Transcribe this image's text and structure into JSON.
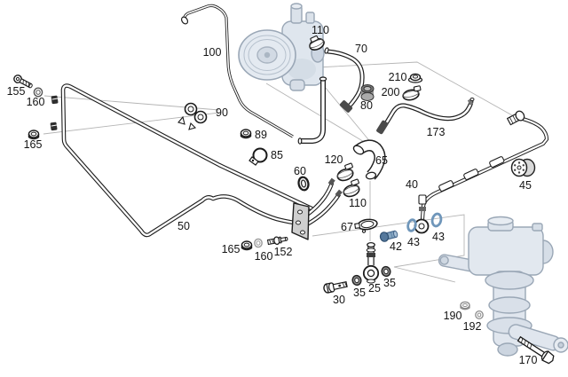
{
  "diagram": {
    "kind": "exploded-parts-diagram",
    "subject": "power-steering pump, oil pipes, hoses and steering gear",
    "background_color": "#ffffff",
    "line_color": "#1a1a1a",
    "leader_line_color": "#b5b5b5",
    "shaded_part_fill": "#e3e9f0",
    "shaded_part_stroke": "#9aa7b6",
    "highlight_blue": "#6a8fb2"
  },
  "callouts": [
    {
      "label": "155",
      "part": "self-tapping-screw"
    },
    {
      "label": "160",
      "part": "washer"
    },
    {
      "label": "165",
      "part": "nut"
    },
    {
      "label": "100",
      "part": "oil-pipe"
    },
    {
      "label": "110",
      "part": "hose-clamp"
    },
    {
      "label": "70",
      "part": "hose"
    },
    {
      "label": "90",
      "part": "spring-clip"
    },
    {
      "label": "89",
      "part": "nut"
    },
    {
      "label": "85",
      "part": "cushion-clamp"
    },
    {
      "label": "80",
      "part": "connector-bush"
    },
    {
      "label": "210",
      "part": "flange-nut"
    },
    {
      "label": "200",
      "part": "clamp"
    },
    {
      "label": "173",
      "part": "hose"
    },
    {
      "label": "45",
      "part": "rubber-damper"
    },
    {
      "label": "40",
      "part": "high-pressure-pipe"
    },
    {
      "label": "120",
      "part": "hose-clamp"
    },
    {
      "label": "65",
      "part": "elbow-hose"
    },
    {
      "label": "60",
      "part": "grommet"
    },
    {
      "label": "110",
      "part": "hose-clamp"
    },
    {
      "label": "67",
      "part": "pipe-clamp"
    },
    {
      "label": "50",
      "part": "cooling-loop-pipe"
    },
    {
      "label": "165",
      "part": "nut"
    },
    {
      "label": "160",
      "part": "washer"
    },
    {
      "label": "152",
      "part": "screw-fitting"
    },
    {
      "label": "42",
      "part": "plug"
    },
    {
      "label": "43",
      "part": "o-ring"
    },
    {
      "label": "43",
      "part": "o-ring"
    },
    {
      "label": "30",
      "part": "banjo-bolt"
    },
    {
      "label": "35",
      "part": "seal-ring"
    },
    {
      "label": "25",
      "part": "banjo-fitting"
    },
    {
      "label": "35",
      "part": "seal-ring"
    },
    {
      "label": "190",
      "part": "nut"
    },
    {
      "label": "192",
      "part": "washer"
    },
    {
      "label": "170",
      "part": "bolt"
    }
  ]
}
